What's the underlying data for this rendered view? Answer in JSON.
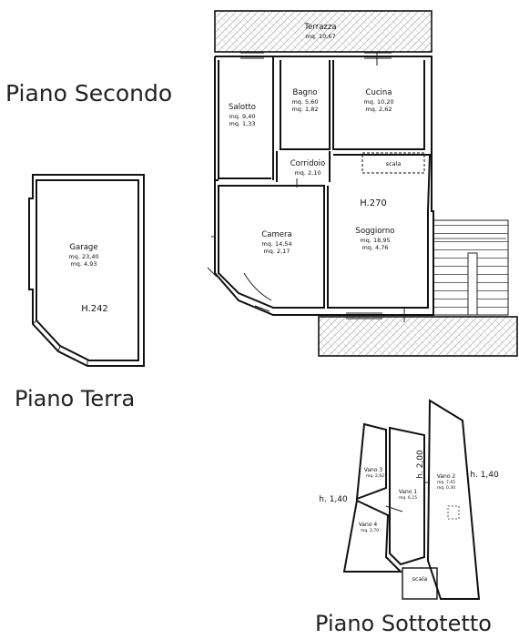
{
  "titles": {
    "secondo": "Piano Secondo",
    "terra": "Piano Terra",
    "sottotetto": "Piano Sottotetto"
  },
  "secondo": {
    "height_label": "H.270",
    "rooms": [
      {
        "key": "terrazza",
        "name": "Terrazza",
        "lines": [
          "mq. 10,67"
        ]
      },
      {
        "key": "salotto",
        "name": "Salotto",
        "lines": [
          "mq. 9,40",
          "mq. 1,33"
        ]
      },
      {
        "key": "bagno",
        "name": "Bagno",
        "lines": [
          "mq. 5,60",
          "mq. 1,82"
        ]
      },
      {
        "key": "cucina",
        "name": "Cucina",
        "lines": [
          "mq. 10,20",
          "mq. 2,62"
        ]
      },
      {
        "key": "corridoio",
        "name": "Corridoio",
        "lines": [
          "mq. 2,10"
        ]
      },
      {
        "key": "scala",
        "name": "scala",
        "lines": []
      },
      {
        "key": "camera",
        "name": "Camera",
        "lines": [
          "mq. 14,54",
          "mq. 2,17"
        ]
      },
      {
        "key": "soggiorno",
        "name": "Soggiorno",
        "lines": [
          "mq. 18,95",
          "mq. 4,76"
        ]
      }
    ]
  },
  "terra": {
    "height_label": "H.242",
    "rooms": [
      {
        "key": "garage",
        "name": "Garage",
        "lines": [
          "mq. 23,40",
          "mq. 4,93"
        ]
      }
    ]
  },
  "sottotetto": {
    "heights": {
      "left": "h. 1,40",
      "center": "h. 2,00",
      "right": "h. 1,40"
    },
    "rooms": [
      {
        "key": "vano3",
        "name": "Vano 3",
        "lines": [
          "mq. 2,62"
        ]
      },
      {
        "key": "vano1",
        "name": "Vano 1",
        "lines": [
          "mq. 6,15"
        ]
      },
      {
        "key": "vano2",
        "name": "Vano 2",
        "lines": [
          "mq. 7,65",
          "mq. 0,30"
        ]
      },
      {
        "key": "vano4",
        "name": "Vano 4",
        "lines": [
          "mq. 2,70"
        ]
      },
      {
        "key": "scala",
        "name": "scala",
        "lines": []
      }
    ]
  }
}
